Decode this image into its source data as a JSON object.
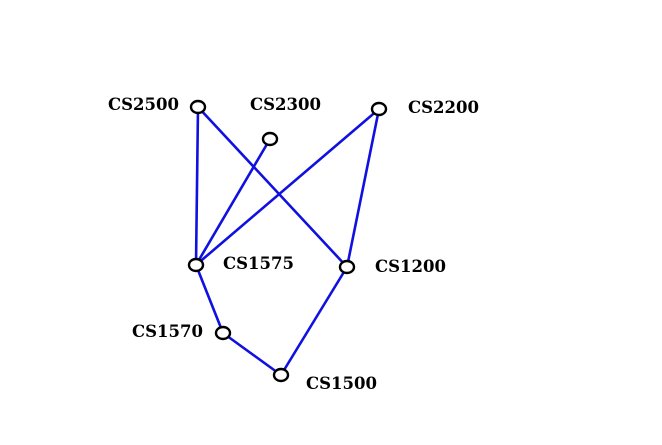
{
  "diagram": {
    "type": "course-prerequisite-graph",
    "colors": {
      "edge": "#1010e0",
      "node_stroke": "#000000",
      "node_fill": "#ffffff",
      "background": "#ffffff"
    },
    "nodes": [
      {
        "id": "cs2500",
        "label": "CS2500"
      },
      {
        "id": "cs2300",
        "label": "CS2300"
      },
      {
        "id": "cs2200",
        "label": "CS2200"
      },
      {
        "id": "cs1575",
        "label": "CS1575"
      },
      {
        "id": "cs1200",
        "label": "CS1200"
      },
      {
        "id": "cs1570",
        "label": "CS1570"
      },
      {
        "id": "cs1500",
        "label": "CS1500"
      }
    ],
    "edges": [
      {
        "from": "cs2500",
        "to": "cs1575"
      },
      {
        "from": "cs2500",
        "to": "cs1200"
      },
      {
        "from": "cs2300",
        "to": "cs1575"
      },
      {
        "from": "cs2200",
        "to": "cs1575"
      },
      {
        "from": "cs2200",
        "to": "cs1200"
      },
      {
        "from": "cs1575",
        "to": "cs1570"
      },
      {
        "from": "cs1570",
        "to": "cs1500"
      },
      {
        "from": "cs1200",
        "to": "cs1500"
      }
    ]
  }
}
